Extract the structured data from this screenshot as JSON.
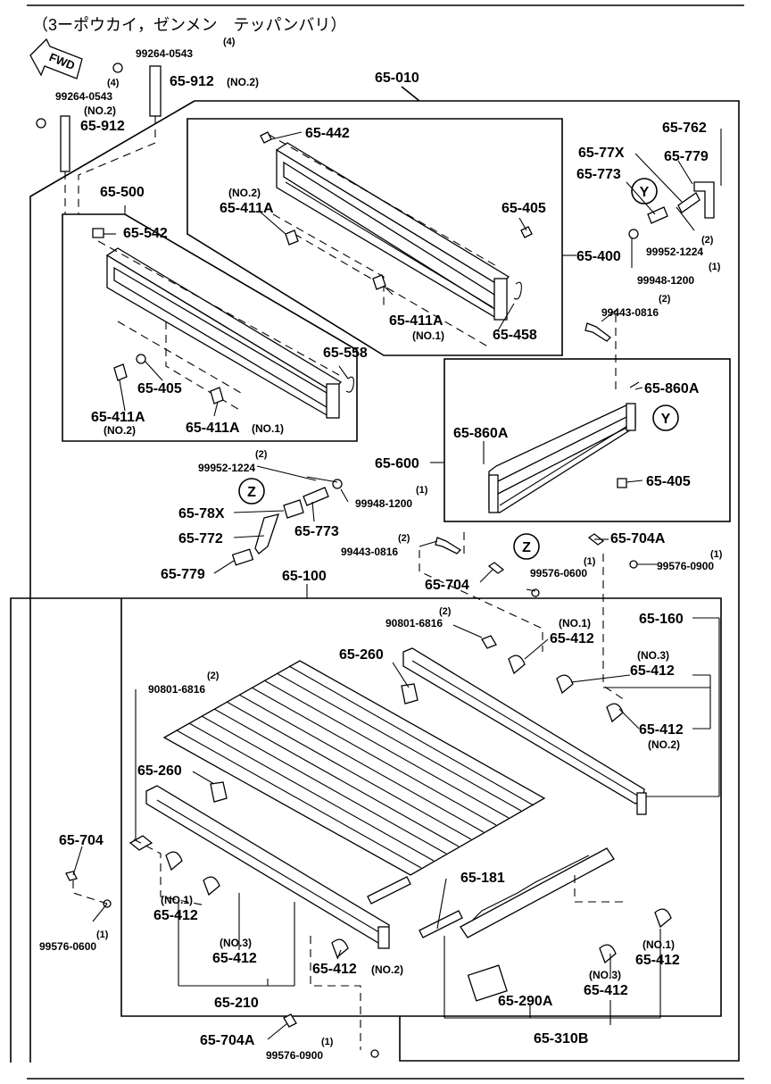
{
  "header": {
    "title": "（3ーポウカイ，ゼンメン　テッパンバリ）"
  },
  "fwd_label": "FWD",
  "callouts": [
    {
      "id": "c1",
      "num": "99264-0543",
      "qty": "(4)"
    },
    {
      "id": "c2",
      "num": "65-912",
      "note": "(NO.2)"
    },
    {
      "id": "c3",
      "num": "99264-0543",
      "qty": "(4)"
    },
    {
      "id": "c4",
      "num": "65-912",
      "note": "(NO.2)"
    },
    {
      "id": "c5",
      "num": "65-010"
    },
    {
      "id": "c6",
      "num": "65-442"
    },
    {
      "id": "c7",
      "num": "65-411A",
      "note": "(NO.2)"
    },
    {
      "id": "c8",
      "num": "65-405"
    },
    {
      "id": "c9",
      "num": "65-400"
    },
    {
      "id": "c10",
      "num": "65-411A",
      "note": "(NO.1)"
    },
    {
      "id": "c11",
      "num": "65-458"
    },
    {
      "id": "c12",
      "num": "65-500"
    },
    {
      "id": "c13",
      "num": "65-542"
    },
    {
      "id": "c14",
      "num": "65-558"
    },
    {
      "id": "c15",
      "num": "65-405"
    },
    {
      "id": "c16",
      "num": "65-411A",
      "note": "(NO.2)"
    },
    {
      "id": "c17",
      "num": "65-411A",
      "note": "(NO.1)"
    },
    {
      "id": "c18",
      "num": "65-762"
    },
    {
      "id": "c19",
      "num": "65-77X"
    },
    {
      "id": "c20",
      "num": "65-779"
    },
    {
      "id": "c21",
      "num": "65-773"
    },
    {
      "id": "c22",
      "num": "99952-1224",
      "qty": "(2)"
    },
    {
      "id": "c23",
      "num": "99948-1200",
      "qty": "(1)"
    },
    {
      "id": "c24",
      "num": "99443-0816",
      "qty": "(2)"
    },
    {
      "id": "c25",
      "num": "65-860A"
    },
    {
      "id": "c26",
      "num": "65-860A"
    },
    {
      "id": "c27",
      "num": "65-600"
    },
    {
      "id": "c28",
      "num": "65-405"
    },
    {
      "id": "c29",
      "num": "99952-1224",
      "qty": "(2)"
    },
    {
      "id": "c30",
      "num": "99948-1200",
      "qty": "(1)"
    },
    {
      "id": "c31",
      "num": "65-78X"
    },
    {
      "id": "c32",
      "num": "65-773"
    },
    {
      "id": "c33",
      "num": "65-772"
    },
    {
      "id": "c34",
      "num": "65-779"
    },
    {
      "id": "c35",
      "num": "99443-0816",
      "qty": "(2)"
    },
    {
      "id": "c36",
      "num": "65-704A"
    },
    {
      "id": "c37",
      "num": "99576-0900",
      "qty": "(1)"
    },
    {
      "id": "c38",
      "num": "99576-0600",
      "qty": "(1)"
    },
    {
      "id": "c39",
      "num": "65-704"
    },
    {
      "id": "c40",
      "num": "65-100"
    },
    {
      "id": "c41",
      "num": "90801-6816",
      "qty": "(2)"
    },
    {
      "id": "c42",
      "num": "65-412",
      "note": "(NO.1)"
    },
    {
      "id": "c43",
      "num": "65-160"
    },
    {
      "id": "c44",
      "num": "65-260"
    },
    {
      "id": "c45",
      "num": "65-412",
      "note": "(NO.3)"
    },
    {
      "id": "c46",
      "num": "90801-6816",
      "qty": "(2)"
    },
    {
      "id": "c47",
      "num": "65-412",
      "note": "(NO.2)"
    },
    {
      "id": "c48",
      "num": "65-260"
    },
    {
      "id": "c49",
      "num": "65-704"
    },
    {
      "id": "c50",
      "num": "65-181"
    },
    {
      "id": "c51",
      "num": "65-412",
      "note": "(NO.1)"
    },
    {
      "id": "c52",
      "num": "99576-0600",
      "qty": "(1)"
    },
    {
      "id": "c53",
      "num": "65-412",
      "note": "(NO.3)"
    },
    {
      "id": "c54",
      "num": "65-412",
      "note": "(NO.2)"
    },
    {
      "id": "c55",
      "num": "65-210"
    },
    {
      "id": "c56",
      "num": "65-290A"
    },
    {
      "id": "c57",
      "num": "65-412",
      "note": "(NO.1)"
    },
    {
      "id": "c58",
      "num": "65-412",
      "note": "(NO.3)"
    },
    {
      "id": "c59",
      "num": "65-310B"
    },
    {
      "id": "c60",
      "num": "65-704A"
    },
    {
      "id": "c61",
      "num": "99576-0900",
      "qty": "(1)"
    }
  ],
  "detail_markers": [
    "Y",
    "Y",
    "Z",
    "Z"
  ]
}
